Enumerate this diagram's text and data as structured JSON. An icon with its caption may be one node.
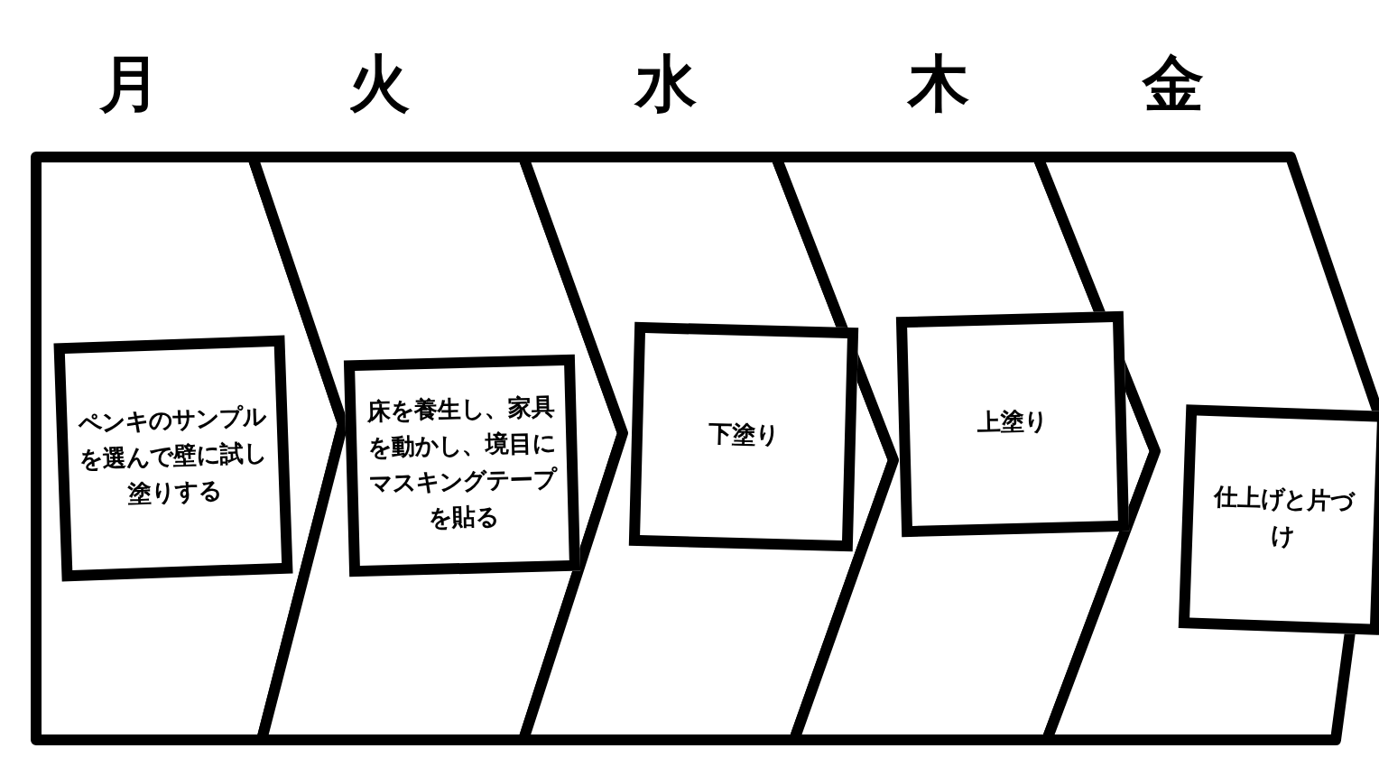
{
  "diagram": {
    "nodes": [
      {
        "text": [
          "月"
        ]
      },
      {
        "text": [
          "火"
        ]
      },
      {
        "text": [
          "水"
        ]
      },
      {
        "text": [
          "木"
        ]
      },
      {
        "text": [
          "金"
        ]
      },
      {
        "text": [
          "ペンキのサンプルを選んで壁に試し塗りする"
        ],
        "in": 0
      },
      {
        "text": [
          "床を養生し、家具を動かし、境目にマスキングテープを貼る"
        ],
        "in": 1
      },
      {
        "text": [
          "下塗り"
        ],
        "in": 2
      },
      {
        "text": [
          "上塗り"
        ],
        "in": 3
      },
      {
        "text": [
          "仕上げと片づけ"
        ],
        "in": 4
      }
    ]
  }
}
